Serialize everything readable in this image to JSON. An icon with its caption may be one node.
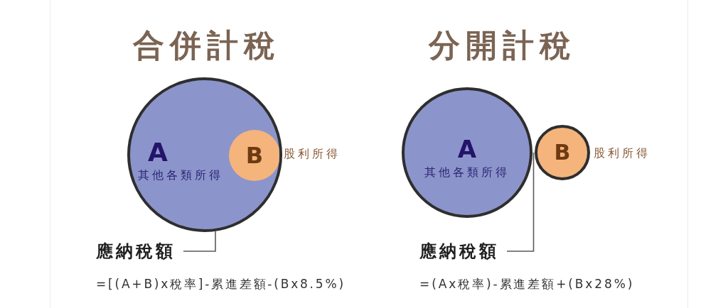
{
  "diagram": {
    "nodes": [
      {
        "text": [
          "A",
          "其他各類所得"
        ]
      },
      {
        "text": [
          "B"
        ],
        "in": 0,
        "beside": [
          "股利所得"
        ]
      },
      {
        "text": [
          "應納稅額"
        ],
        "beside": [
          "=[(A+B)x稅率]-累進差額-(Bx8.5%)"
        ]
      },
      {
        "text": [
          "A",
          "其他各類所得"
        ]
      },
      {
        "text": [
          "B"
        ],
        "beside": [
          "股利所得"
        ]
      },
      {
        "text": [
          "應納稅額"
        ],
        "beside": [
          "=(Ax稅率)-累進差額+(Bx28%)"
        ]
      }
    ],
    "edges": [
      {
        "from": 2,
        "to": 0,
        "arrow": "none"
      },
      {
        "from": 5,
        "to": 3,
        "arrow": "none"
      },
      {
        "from": 5,
        "to": 4,
        "arrow": "none"
      }
    ],
    "labels": [
      "合併計稅",
      "分開計稅"
    ]
  }
}
